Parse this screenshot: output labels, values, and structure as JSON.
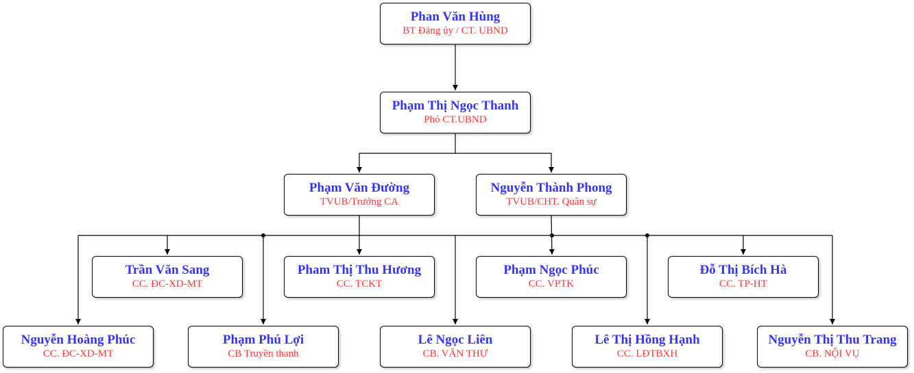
{
  "nodes": [
    {
      "id": "n1",
      "name": "Phan Văn Hùng",
      "role": "BT Đảng ủy / CT. UBND"
    },
    {
      "id": "n2",
      "name": "Phạm Thị Ngọc Thanh",
      "role": "Phó CT.UBND"
    },
    {
      "id": "n3",
      "name": "Phạm Văn Đường",
      "role": "TVUB/Trưởng CA"
    },
    {
      "id": "n4",
      "name": "Nguyễn Thành Phong",
      "role": "TVUB/CHT. Quân sự"
    },
    {
      "id": "n5",
      "name": "Trần Văn Sang",
      "role": "CC. ĐC-XD-MT"
    },
    {
      "id": "n6",
      "name": "Pham Thị Thu Hương",
      "role": "CC. TCKT"
    },
    {
      "id": "n7",
      "name": "Phạm Ngọc Phúc",
      "role": "CC. VPTK"
    },
    {
      "id": "n8",
      "name": "Đỗ Thị Bích Hà",
      "role": "CC. TP-HT"
    },
    {
      "id": "n9",
      "name": "Nguyễn Hoàng Phúc",
      "role": "CC. ĐC-XD-MT"
    },
    {
      "id": "n10",
      "name": "Phạm Phú Lợi",
      "role": "CB Truyền thanh"
    },
    {
      "id": "n11",
      "name": "Lê Ngọc Liên",
      "role": "CB. VĂN THƯ"
    },
    {
      "id": "n12",
      "name": "Lê Thị Hồng Hạnh",
      "role": "CC. LĐTBXH"
    },
    {
      "id": "n13",
      "name": "Nguyễn Thị Thu Trang",
      "role": "CB. NỘI VỤ"
    }
  ]
}
